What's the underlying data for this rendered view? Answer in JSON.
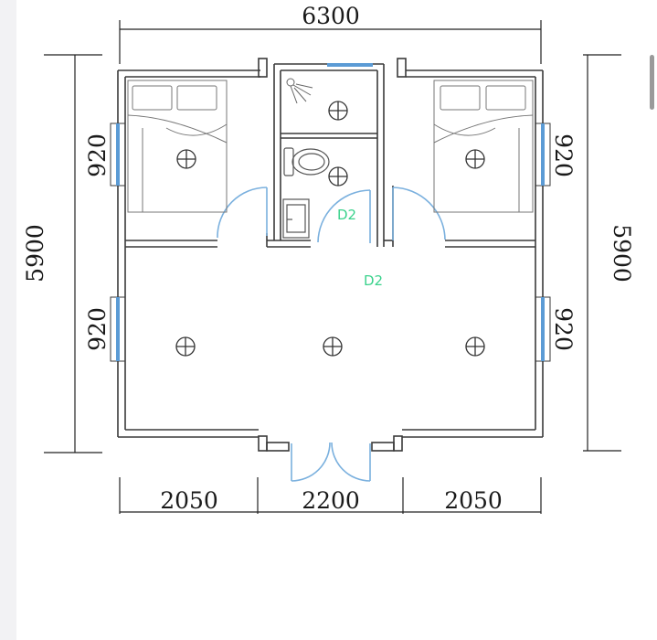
{
  "dimensions": {
    "top_total": "6300",
    "left_total": "5900",
    "right_total": "5900",
    "window_left_upper": "920",
    "window_left_lower": "920",
    "window_right_upper": "920",
    "window_right_lower": "920",
    "bottom_left": "2050",
    "bottom_middle": "2200",
    "bottom_right": "2050"
  },
  "doors": {
    "bathroom_tag": "D2",
    "hall_tag": "D2"
  },
  "colors": {
    "wall": "#3a3a3a",
    "dimension_line": "#222222",
    "window": "#5b9bd5",
    "door_swing": "#7ab0de",
    "door_tag": "#3ad28c"
  },
  "icons": [
    "ceiling-light-icon",
    "bed-icon",
    "toilet-icon",
    "shower-icon",
    "sink-icon"
  ]
}
